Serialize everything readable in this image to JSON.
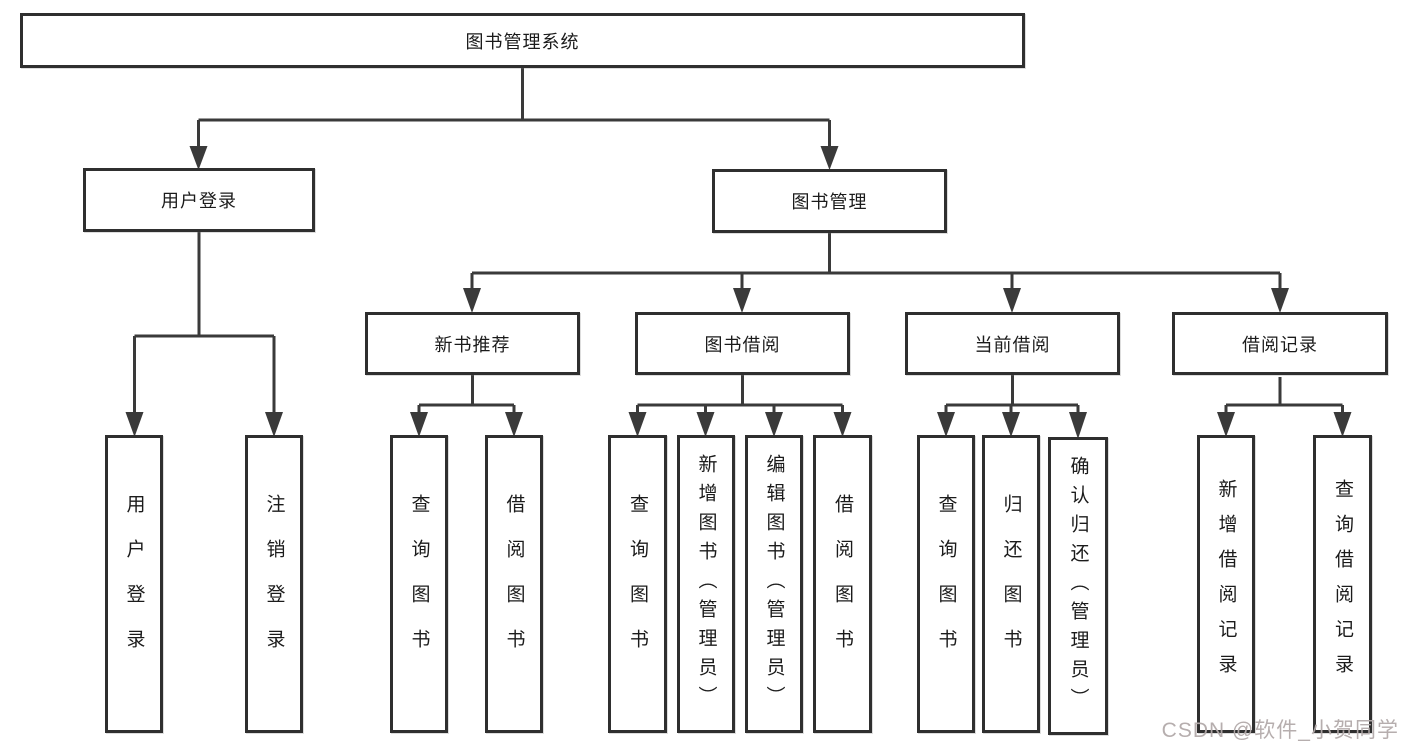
{
  "diagram": {
    "root": "图书管理系统",
    "branches": [
      {
        "label": "用户登录",
        "children": [
          "用户登录",
          "注销登录"
        ]
      },
      {
        "label": "图书管理",
        "sections": [
          {
            "label": "新书推荐",
            "children": [
              "查询图书",
              "借阅图书"
            ]
          },
          {
            "label": "图书借阅",
            "children": [
              "查询图书",
              "新增图书（管理员）",
              "编辑图书（管理员）",
              "借阅图书"
            ]
          },
          {
            "label": "当前借阅",
            "children": [
              "查询图书",
              "归还图书",
              "确认归还（管理员）"
            ]
          },
          {
            "label": "借阅记录",
            "children": [
              "新增借阅记录",
              "查询借阅记录"
            ]
          }
        ]
      }
    ]
  },
  "watermark": {
    "text": "CSDN @软件_小贺同学"
  },
  "colors": {
    "line": "#3a3a3a",
    "box_border": "#2f2f2f",
    "text": "#1b1b1b",
    "watermark": "#b2aaaa",
    "background": "#ffffff"
  }
}
